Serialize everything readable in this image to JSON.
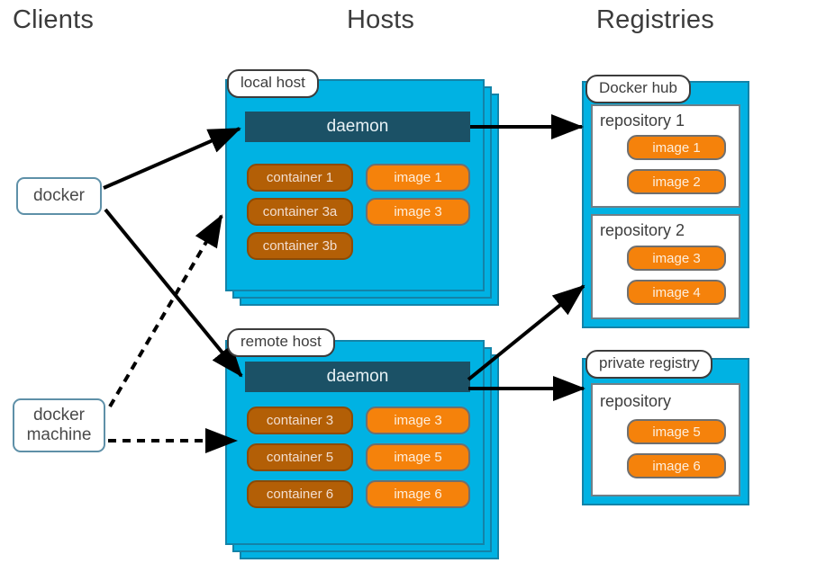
{
  "columns": [
    {
      "name": "clients",
      "title": "Clients"
    },
    {
      "name": "hosts",
      "title": "Hosts"
    },
    {
      "name": "registries",
      "title": "Registries"
    }
  ],
  "clients": [
    {
      "id": "docker",
      "label": "docker",
      "line2": ""
    },
    {
      "id": "docker-machine",
      "label": "docker",
      "line2": "machine"
    }
  ],
  "hosts": [
    {
      "id": "local-host",
      "tab": "local host",
      "daemon": "daemon",
      "containers": [
        "container 1",
        "container 3a",
        "container 3b"
      ],
      "images": [
        "image 1",
        "image 3"
      ]
    },
    {
      "id": "remote-host",
      "tab": "remote host",
      "daemon": "daemon",
      "containers": [
        "container 3",
        "container 5",
        "container 6"
      ],
      "images": [
        "image 3",
        "image 5",
        "image 6"
      ]
    }
  ],
  "registries": [
    {
      "id": "docker-hub",
      "tab": "Docker hub",
      "repositories": [
        {
          "title": "repository 1",
          "images": [
            "image 1",
            "image 2"
          ]
        },
        {
          "title": "repository 2",
          "images": [
            "image 3",
            "image 4"
          ]
        }
      ]
    },
    {
      "id": "private-registry",
      "tab": "private registry",
      "repositories": [
        {
          "title": "repository",
          "images": [
            "image 5",
            "image 6"
          ]
        }
      ]
    }
  ],
  "connections": [
    {
      "id": "docker-to-local-daemon",
      "style": "solid",
      "from": "docker",
      "to": "local host daemon"
    },
    {
      "id": "docker-to-remote-daemon",
      "style": "solid",
      "from": "docker",
      "to": "remote host daemon"
    },
    {
      "id": "docker-machine-to-local-host",
      "style": "dashed",
      "from": "docker machine",
      "to": "local host"
    },
    {
      "id": "docker-machine-to-remote-host",
      "style": "dashed",
      "from": "docker machine",
      "to": "remote host"
    },
    {
      "id": "local-daemon-to-repository-1",
      "style": "solid",
      "from": "local host daemon",
      "to": "repository 1"
    },
    {
      "id": "remote-daemon-to-repository-2",
      "style": "solid",
      "from": "remote host daemon",
      "to": "repository 2"
    },
    {
      "id": "remote-daemon-to-private-registry",
      "style": "solid",
      "from": "remote host daemon",
      "to": "private registry"
    }
  ],
  "colors": {
    "host_fill": "#00b2e3",
    "host_border": "#1383a8",
    "daemon_fill": "#1b5166",
    "container_fill": "#b35f06",
    "image_fill": "#f5820b",
    "client_border": "#5e90a8",
    "text_dark": "#3b3b3b",
    "arrow": "#000000",
    "background": "#ffffff"
  }
}
